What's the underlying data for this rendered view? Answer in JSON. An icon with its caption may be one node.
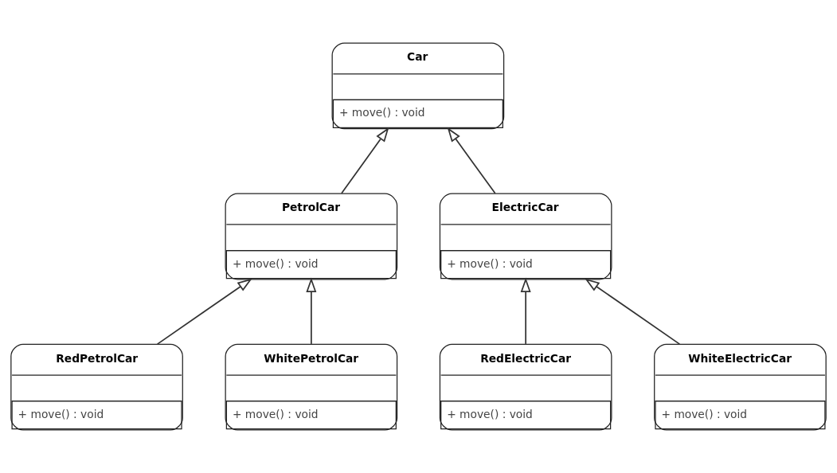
{
  "diagram": {
    "nodes": [
      {
        "text": [
          "Car",
          "+ move() : void"
        ]
      },
      {
        "text": [
          "PetrolCar",
          "+ move() : void"
        ]
      },
      {
        "text": [
          "ElectricCar",
          "+ move() : void"
        ]
      },
      {
        "text": [
          "RedPetrolCar",
          "+ move() : void"
        ]
      },
      {
        "text": [
          "WhitePetrolCar",
          "+ move() : void"
        ]
      },
      {
        "text": [
          "RedElectricCar",
          "+ move() : void"
        ]
      },
      {
        "text": [
          "WhiteElectricCar",
          "+ move() : void"
        ]
      }
    ],
    "edges": [
      {
        "from": 1,
        "to": 0,
        "arrow": "to"
      },
      {
        "from": 2,
        "to": 0,
        "arrow": "to"
      },
      {
        "from": 3,
        "to": 1,
        "arrow": "to"
      },
      {
        "from": 4,
        "to": 1,
        "arrow": "to"
      },
      {
        "from": 5,
        "to": 2,
        "arrow": "to"
      },
      {
        "from": 6,
        "to": 2,
        "arrow": "to"
      }
    ]
  }
}
